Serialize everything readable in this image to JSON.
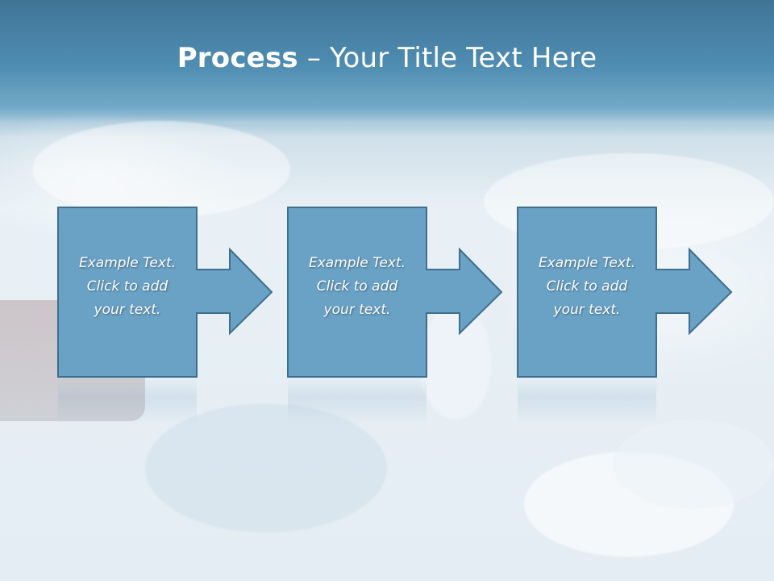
{
  "title": {
    "bold": "Process",
    "rest": " – Your Title Text Here"
  },
  "steps": [
    {
      "lines": [
        "Example Text.",
        "Click  to add",
        "your text."
      ]
    },
    {
      "lines": [
        "Example Text.",
        "Click  to add",
        "your text."
      ]
    },
    {
      "lines": [
        "Example Text.",
        "Click  to add",
        "your text."
      ]
    }
  ],
  "colors": {
    "step_fill": "#6aa2c5",
    "step_stroke": "#3f6f8f",
    "header": "#4f8db2"
  }
}
